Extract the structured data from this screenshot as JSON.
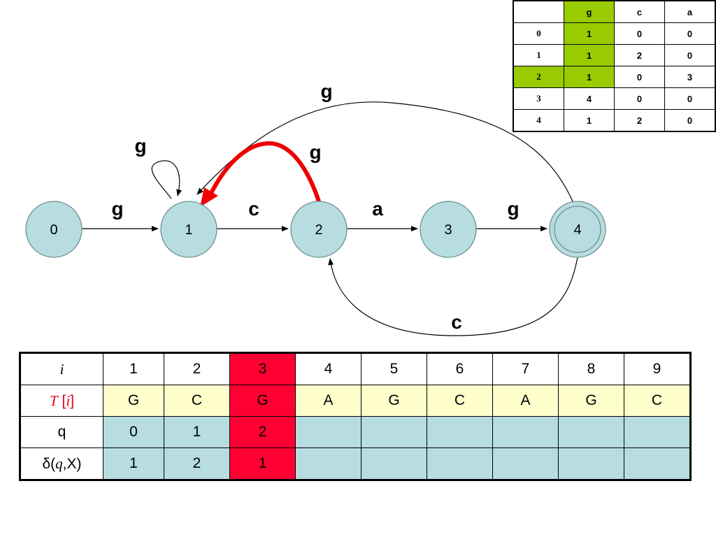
{
  "transition_table": {
    "headers": [
      "",
      "g",
      "c",
      "a"
    ],
    "rows": [
      {
        "state": "0",
        "g": "1",
        "c": "0",
        "a": "0"
      },
      {
        "state": "1",
        "g": "1",
        "c": "2",
        "a": "0"
      },
      {
        "state": "2",
        "g": "1",
        "c": "0",
        "a": "3"
      },
      {
        "state": "3",
        "g": "4",
        "c": "0",
        "a": "0"
      },
      {
        "state": "4",
        "g": "1",
        "c": "2",
        "a": "0"
      }
    ],
    "highlight_column": "g",
    "highlight_state": "2",
    "highlight_color": "#99cc00"
  },
  "automaton": {
    "states": [
      "0",
      "1",
      "2",
      "3",
      "4"
    ],
    "accepting_state": "4",
    "edges": [
      {
        "from": "0",
        "to": "1",
        "label": "g"
      },
      {
        "from": "1",
        "to": "1",
        "label": "g"
      },
      {
        "from": "1",
        "to": "2",
        "label": "c"
      },
      {
        "from": "2",
        "to": "3",
        "label": "a"
      },
      {
        "from": "3",
        "to": "4",
        "label": "g"
      },
      {
        "from": "2",
        "to": "1",
        "label": "g",
        "highlighted": true
      },
      {
        "from": "4",
        "to": "1",
        "label": "g"
      },
      {
        "from": "4",
        "to": "2",
        "label": "c"
      }
    ],
    "node_color": "#b7dde0",
    "highlight_edge_color": "#ee0000"
  },
  "input_table": {
    "row_labels": {
      "i": "i",
      "T_name": "T",
      "T_index_open": "[",
      "T_index_var": "i",
      "T_index_close": "]",
      "q": "q",
      "delta_prefix": "δ(",
      "delta_var": "q",
      "delta_suffix": ",X)"
    },
    "indices": [
      "1",
      "2",
      "3",
      "4",
      "5",
      "6",
      "7",
      "8",
      "9"
    ],
    "text": [
      "G",
      "C",
      "G",
      "A",
      "G",
      "C",
      "A",
      "G",
      "C"
    ],
    "q": [
      "0",
      "1",
      "2",
      "",
      "",
      "",
      "",
      "",
      ""
    ],
    "delta": [
      "1",
      "2",
      "1",
      "",
      "",
      "",
      "",
      "",
      ""
    ],
    "highlight_column_index": 3,
    "highlight_color": "#ff0033"
  }
}
